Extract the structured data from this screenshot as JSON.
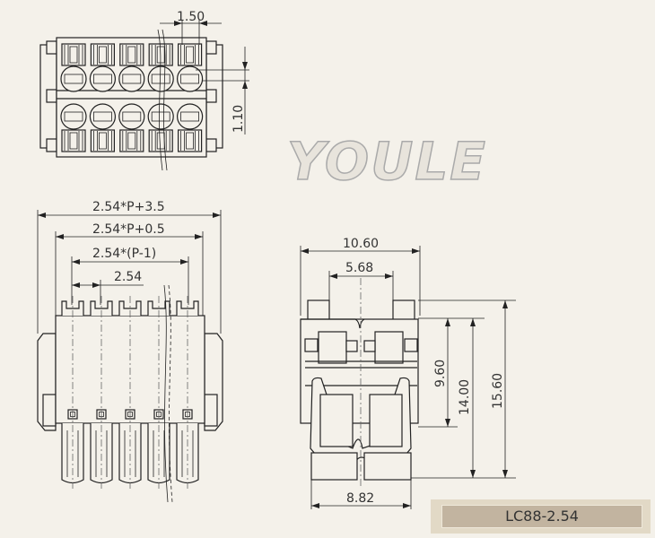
{
  "logo_text": "YOULE",
  "model_label": "LC88-2.54",
  "dimensions": {
    "top_pitch": "1.50",
    "top_offset": "1.10",
    "overall_width": "2.54*P+3.5",
    "body_width": "2.54*P+0.5",
    "pin_span": "2.54*(P-1)",
    "pitch": "2.54",
    "side_width": "10.60",
    "tab_spacing": "5.68",
    "height_body": "9.60",
    "height_mid": "14.00",
    "height_total": "15.60",
    "bottom_width": "8.82"
  },
  "pin_count": 5
}
